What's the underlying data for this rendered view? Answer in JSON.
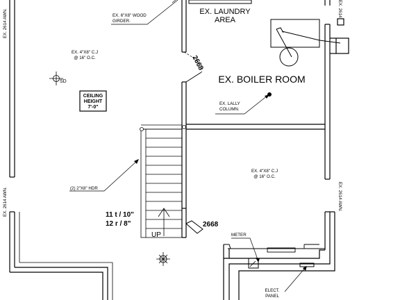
{
  "labels": {
    "laundry_line1": "EX. LAUNDRY",
    "laundry_line2": "AREA",
    "boiler_room": "EX. BOILER ROOM",
    "girder_line1": "EX. 6\"X8\" WOOD",
    "girder_line2": "GIRDER.",
    "cj_left_line1": "EX. 4\"X8\" C.J",
    "cj_left_line2": "@ 16\" O.C.",
    "cj_right_line1": "EX. 4\"X8\" C.J",
    "cj_right_line2": "@ 16\" O.C.",
    "ceiling_line1": "CEILING",
    "ceiling_line2": "HEIGHT",
    "ceiling_line3": "7'-0\"",
    "sd": "SD",
    "lally_line1": "EX. LALLY",
    "lally_line2": "COLUMN.",
    "header": "(2) 2\"X8\" HDR",
    "treads": "11  t / 10\"",
    "risers": "12  r / 8\"",
    "up": "UP",
    "door_upper": "2668",
    "door_lower": "2668",
    "meter": "METER",
    "elect_line1": "ELECT.",
    "elect_line2": "PANEL",
    "awn_left_upper": "EX. 2614 AWN.",
    "awn_left_lower": "EX. 2614 AWN.",
    "awn_right_upper": "EX. 2614",
    "awn_right_lower": "EX. 2614 AWN."
  },
  "colors": {
    "line": "#000000",
    "background": "#ffffff"
  }
}
